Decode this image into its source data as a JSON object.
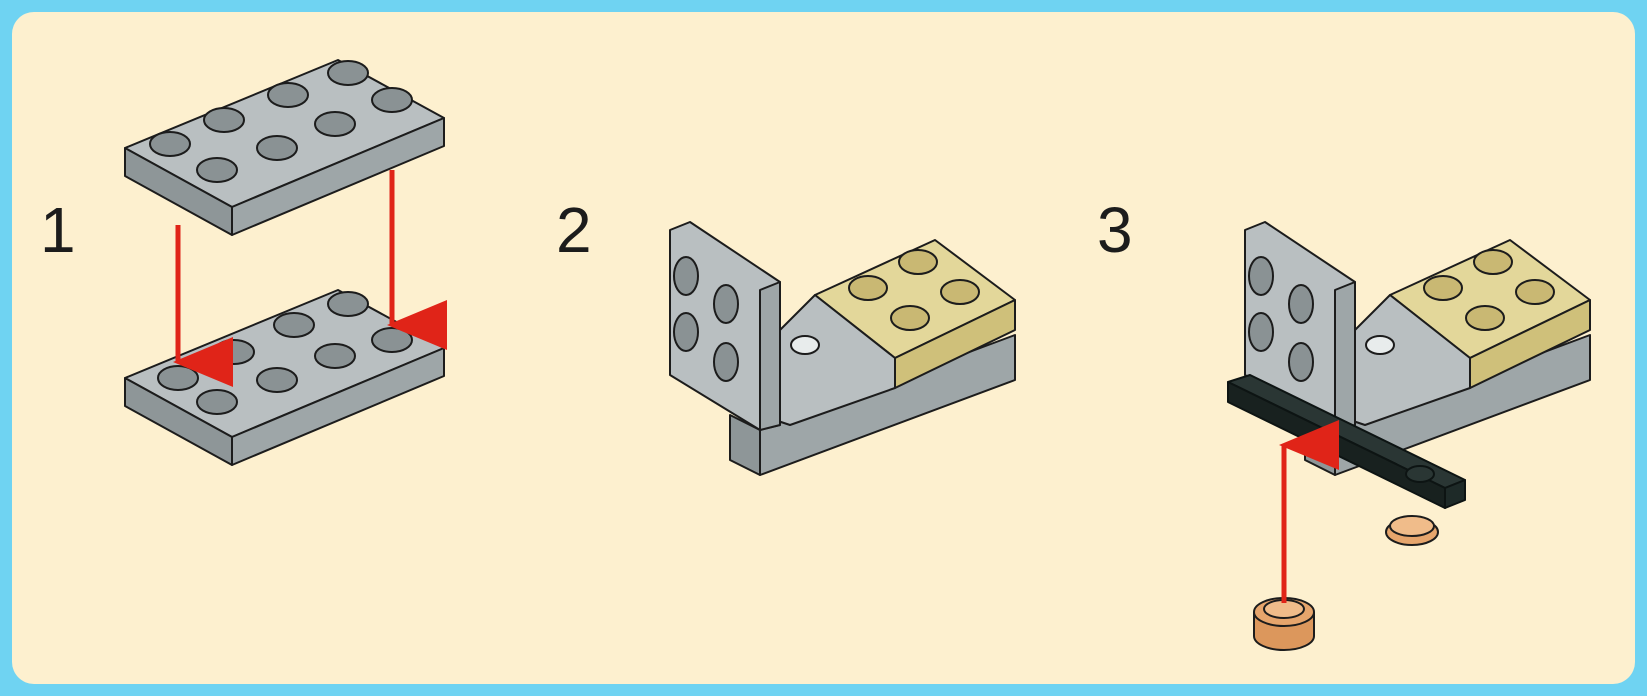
{
  "steps": [
    {
      "number": "1"
    },
    {
      "number": "2"
    },
    {
      "number": "3"
    }
  ],
  "colors": {
    "background": "#6fd3f2",
    "panel": "#fdf0cf",
    "brick_gray": "#a9b0b2",
    "brick_tan": "#dccf8c",
    "brick_black": "#1e2a28",
    "tile_orange": "#e6a56c",
    "arrow": "#e02418"
  }
}
